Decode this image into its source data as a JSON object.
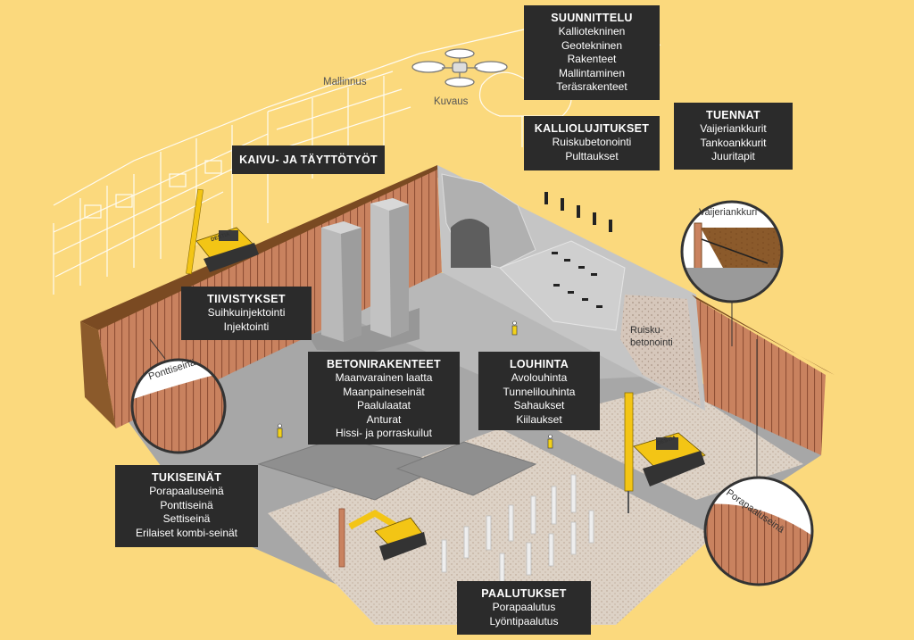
{
  "labels": {
    "mallinnus": "Mallinnus",
    "kuvaus": "Kuvaus",
    "ruisku": [
      "Ruisku-",
      "betonointi"
    ],
    "ponttiseina": "Ponttiseinä",
    "vaijeriankkuri": "Vaijeriankkuri",
    "porapaaluseina": "Porapaaluseinä",
    "brand": "DESTIA"
  },
  "boxes": {
    "suunnittelu": {
      "title": "SUUNNITTELU",
      "items": [
        "Kalliotekninen",
        "Geotekninen",
        "Rakenteet",
        "Mallintaminen",
        "Teräsrakenteet"
      ]
    },
    "kalliolujitukset": {
      "title": "KALLIOLUJITUKSET",
      "items": [
        "Ruiskubetonointi",
        "Pulttaukset"
      ]
    },
    "tuennat": {
      "title": "TUENNAT",
      "items": [
        "Vaijeriankkurit",
        "Tankoankkurit",
        "Juuritapit"
      ]
    },
    "kaivu": {
      "title": "KAIVU- JA TÄYTTÖTYÖT",
      "items": []
    },
    "tiivistykset": {
      "title": "TIIVISTYKSET",
      "items": [
        "Suihkuinjektointi",
        "Injektointi"
      ]
    },
    "betonirakenteet": {
      "title": "BETONIRAKENTEET",
      "items": [
        "Maanvarainen laatta",
        "Maanpaineseinät",
        "Paalulaatat",
        "Anturat",
        "Hissi- ja porraskuilut"
      ]
    },
    "louhinta": {
      "title": "LOUHINTA",
      "items": [
        "Avolouhinta",
        "Tunnelilouhinta",
        "Sahaukset",
        "Kiilaukset"
      ]
    },
    "tukiseinat": {
      "title": "TUKISEINÄT",
      "items": [
        "Porapaaluseinä",
        "Ponttiseinä",
        "Settiseinä",
        "Erilaiset kombi-seinät"
      ]
    },
    "paalutukset": {
      "title": "PAALUTUKSET",
      "items": [
        "Porapaalutus",
        "Lyöntipaalutus"
      ]
    }
  },
  "colors": {
    "background": "#fbd97d",
    "box": "#2b2b2b",
    "earth": "#8b5a2b",
    "sheet_pile": "#c9825f",
    "floor": "#a7a7a7",
    "machine": "#f3c515"
  }
}
